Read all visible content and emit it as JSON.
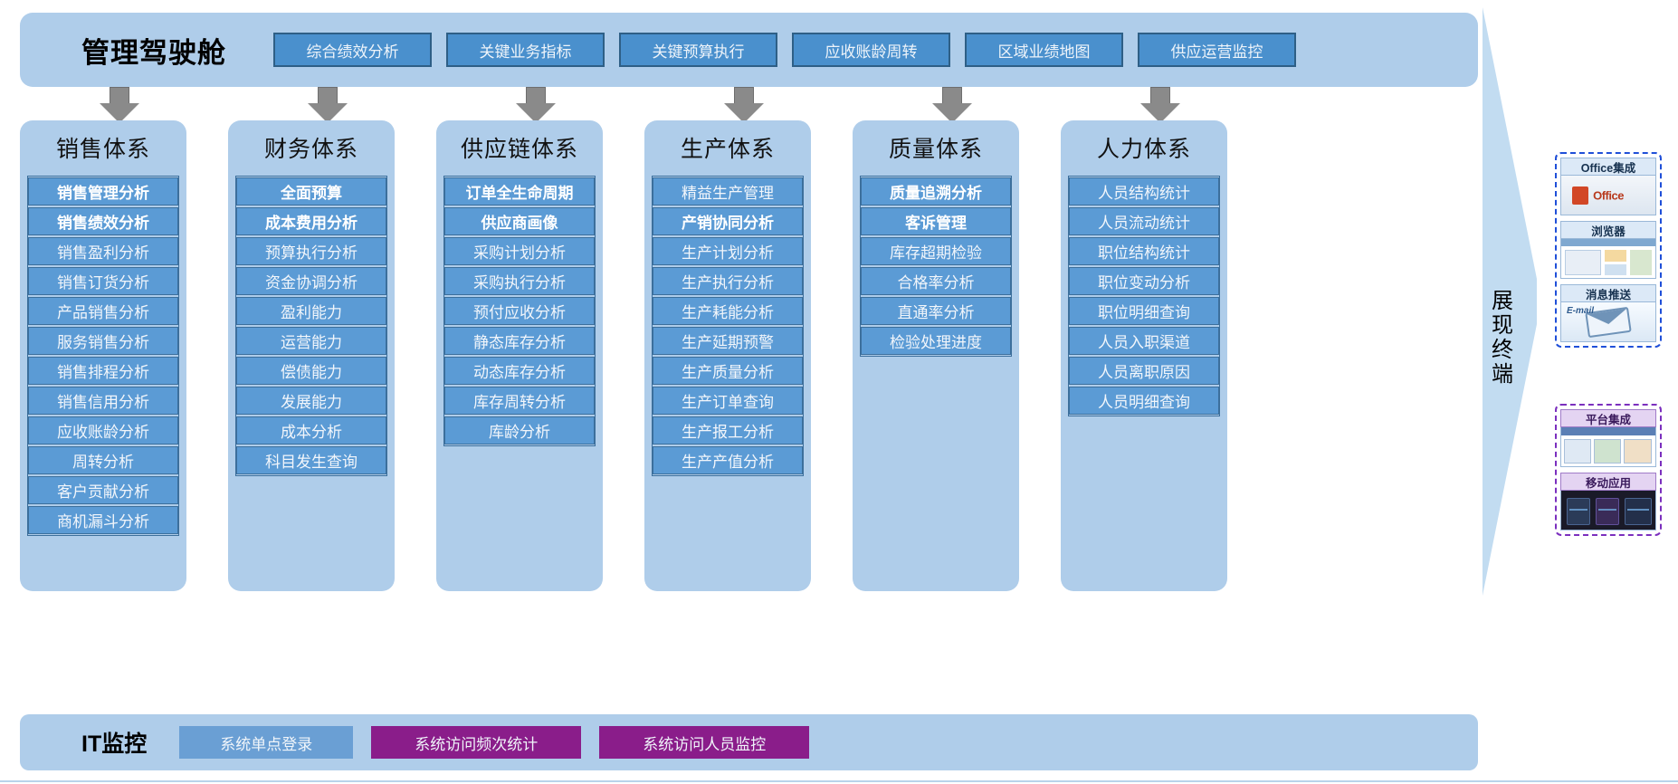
{
  "header": {
    "title": "管理驾驶舱",
    "buttons": [
      "综合绩效分析",
      "关键业务指标",
      "关键预算执行",
      "应收账龄周转",
      "区域业绩地图",
      "供应运营监控"
    ]
  },
  "columns": [
    {
      "title": "销售体系",
      "items": [
        {
          "label": "销售管理分析",
          "bold": true
        },
        {
          "label": "销售绩效分析",
          "bold": true
        },
        {
          "label": "销售盈利分析",
          "bold": false
        },
        {
          "label": "销售订货分析",
          "bold": false
        },
        {
          "label": "产品销售分析",
          "bold": false
        },
        {
          "label": "服务销售分析",
          "bold": false
        },
        {
          "label": "销售排程分析",
          "bold": false
        },
        {
          "label": "销售信用分析",
          "bold": false
        },
        {
          "label": "应收账龄分析",
          "bold": false
        },
        {
          "label": "周转分析",
          "bold": false
        },
        {
          "label": "客户贡献分析",
          "bold": false
        },
        {
          "label": "商机漏斗分析",
          "bold": false
        }
      ]
    },
    {
      "title": "财务体系",
      "items": [
        {
          "label": "全面预算",
          "bold": true
        },
        {
          "label": "成本费用分析",
          "bold": true
        },
        {
          "label": "预算执行分析",
          "bold": false
        },
        {
          "label": "资金协调分析",
          "bold": false
        },
        {
          "label": "盈利能力",
          "bold": false
        },
        {
          "label": "运营能力",
          "bold": false
        },
        {
          "label": "偿债能力",
          "bold": false
        },
        {
          "label": "发展能力",
          "bold": false
        },
        {
          "label": "成本分析",
          "bold": false
        },
        {
          "label": "科目发生查询",
          "bold": false
        }
      ]
    },
    {
      "title": "供应链体系",
      "items": [
        {
          "label": "订单全生命周期",
          "bold": true
        },
        {
          "label": "供应商画像",
          "bold": true
        },
        {
          "label": "采购计划分析",
          "bold": false
        },
        {
          "label": "采购执行分析",
          "bold": false
        },
        {
          "label": "预付应收分析",
          "bold": false
        },
        {
          "label": "静态库存分析",
          "bold": false
        },
        {
          "label": "动态库存分析",
          "bold": false
        },
        {
          "label": "库存周转分析",
          "bold": false
        },
        {
          "label": "库龄分析",
          "bold": false
        }
      ]
    },
    {
      "title": "生产体系",
      "items": [
        {
          "label": "精益生产管理",
          "bold": false
        },
        {
          "label": "产销协同分析",
          "bold": true
        },
        {
          "label": "生产计划分析",
          "bold": false
        },
        {
          "label": "生产执行分析",
          "bold": false
        },
        {
          "label": "生产耗能分析",
          "bold": false
        },
        {
          "label": "生产延期预警",
          "bold": false
        },
        {
          "label": "生产质量分析",
          "bold": false
        },
        {
          "label": "生产订单查询",
          "bold": false
        },
        {
          "label": "生产报工分析",
          "bold": false
        },
        {
          "label": "生产产值分析",
          "bold": false
        }
      ]
    },
    {
      "title": "质量体系",
      "items": [
        {
          "label": "质量追溯分析",
          "bold": true
        },
        {
          "label": "客诉管理",
          "bold": true
        },
        {
          "label": "库存超期检验",
          "bold": false
        },
        {
          "label": "合格率分析",
          "bold": false
        },
        {
          "label": "直通率分析",
          "bold": false
        },
        {
          "label": "检验处理进度",
          "bold": false
        }
      ]
    },
    {
      "title": "人力体系",
      "items": [
        {
          "label": "人员结构统计",
          "bold": false
        },
        {
          "label": "人员流动统计",
          "bold": false
        },
        {
          "label": "职位结构统计",
          "bold": false
        },
        {
          "label": "职位变动分析",
          "bold": false
        },
        {
          "label": "职位明细查询",
          "bold": false
        },
        {
          "label": "人员入职渠道",
          "bold": false
        },
        {
          "label": "人员离职原因",
          "bold": false
        },
        {
          "label": "人员明细查询",
          "bold": false
        }
      ]
    }
  ],
  "terminal": {
    "label": "展现终端",
    "group_blue": [
      {
        "caption": "Office集成",
        "thumb": "office-thumbnail"
      },
      {
        "caption": "浏览器",
        "thumb": "browser-thumbnail"
      },
      {
        "caption": "消息推送",
        "thumb": "email-thumbnail"
      }
    ],
    "group_purple": [
      {
        "caption": "平台集成",
        "thumb": "platform-thumbnail"
      },
      {
        "caption": "移动应用",
        "thumb": "mobile-thumbnail"
      }
    ]
  },
  "it_bar": {
    "title": "IT监控",
    "buttons": [
      {
        "label": "系统单点登录",
        "accent": "#6a9fd4"
      },
      {
        "label": "系统访问频次统计",
        "accent": "#8a1d8a"
      },
      {
        "label": "系统访问人员监控",
        "accent": "#8a1d8a"
      }
    ]
  },
  "colors": {
    "panel_bg": "#afcdea",
    "item_bg": "#5b9bd5",
    "item_border": "#3c6f9c",
    "header_btn": "#4a90cd",
    "purple": "#8a1d8a",
    "arrow": "#8a8a8a"
  }
}
